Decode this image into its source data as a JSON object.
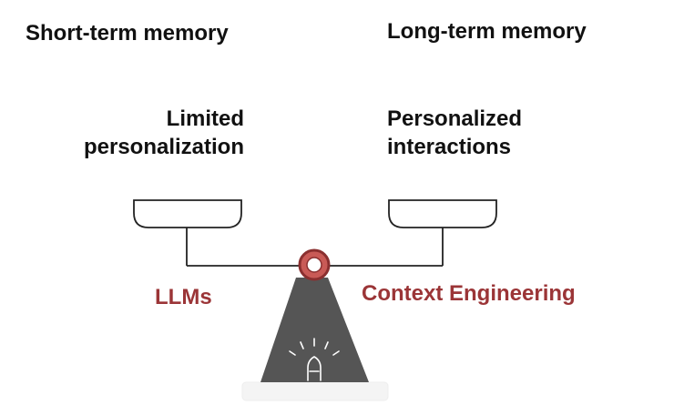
{
  "headings": {
    "left": "Short-term memory",
    "right": "Long-term memory"
  },
  "descriptions": {
    "left": [
      "Limited",
      "personalization"
    ],
    "right": [
      "Personalized",
      "interactions"
    ]
  },
  "labels": {
    "left": "LLMs",
    "right": "Context Engineering"
  },
  "icons": {
    "pivot": "pivot-ring-icon",
    "light": "lightbulb-icon",
    "left_pan": "left-pan-icon",
    "right_pan": "right-pan-icon"
  },
  "colors": {
    "text": "#111111",
    "accent": "#9b3537",
    "pivot_ring": "#c95a56",
    "stand": "#555555",
    "outline": "#222222"
  }
}
